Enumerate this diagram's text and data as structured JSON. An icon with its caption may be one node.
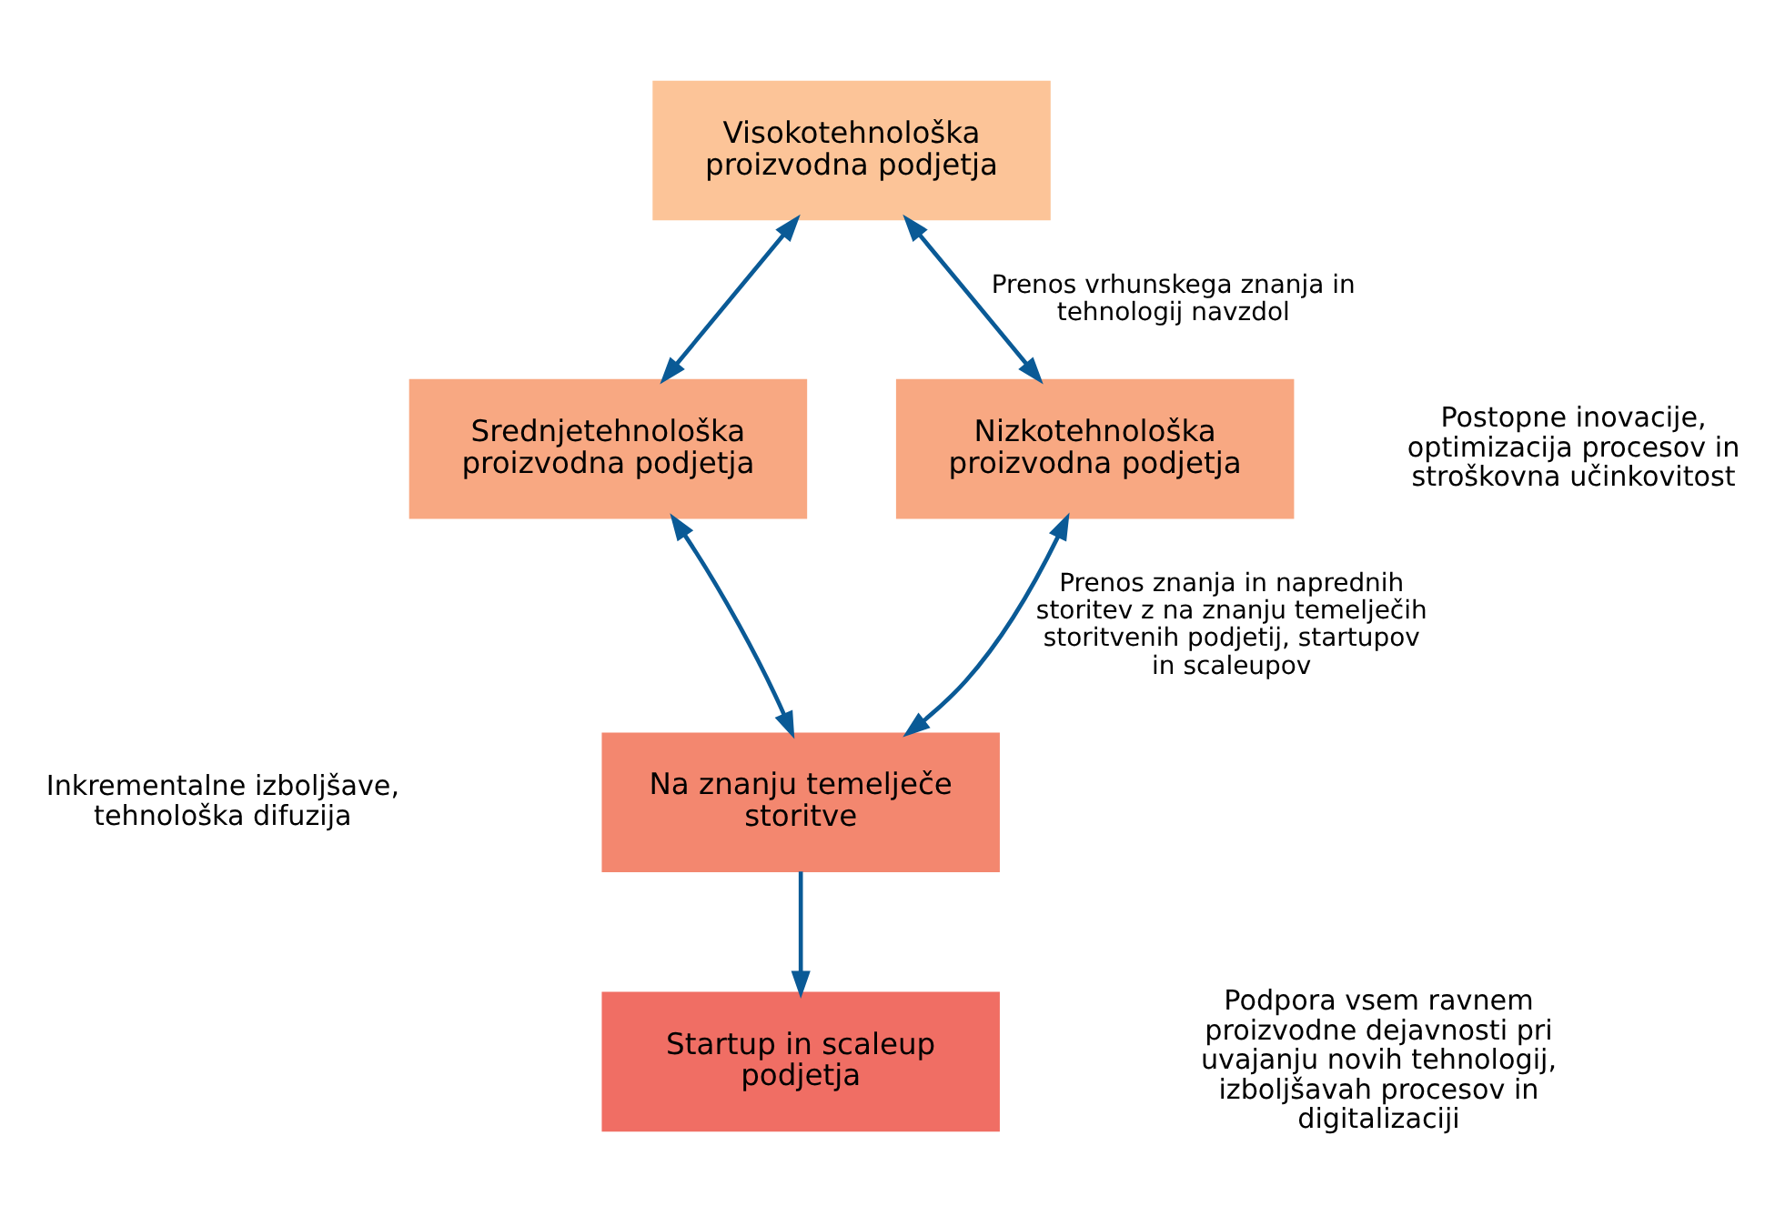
{
  "diagram": {
    "nodes": [
      {
        "text": [
          "Visokotehnološka proizvodna podjetja"
        ]
      },
      {
        "text": [
          "Srednjetehnološka proizvodna podjetja"
        ]
      },
      {
        "text": [
          "Nizkotehnološka proizvodna podjetja"
        ]
      },
      {
        "text": [
          "Na znanju temelječe storitve"
        ]
      },
      {
        "text": [
          "Startup in scaleup podjetja"
        ]
      }
    ],
    "edges": [
      {
        "from": 0,
        "to": 1,
        "arrow": "both"
      },
      {
        "from": 0,
        "to": 2,
        "arrow": "both",
        "label": "Prenos vrhunskega znanja in tehnologij navzdol"
      },
      {
        "from": 3,
        "to": 1,
        "arrow": "both"
      },
      {
        "from": 3,
        "to": 2,
        "arrow": "both",
        "label": "Prenos znanja in naprednih storitev z na znanju temelječih storitvenih podjetij, startupov in scaleupov"
      },
      {
        "from": 3,
        "to": 4,
        "arrow": "to"
      }
    ],
    "labels": [
      "Inkrementalne izboljšave, tehnološka difuzija",
      "Postopne inovacije, optimizacija procesov in stroškovna učinkovitost",
      "Podpora vsem ravnem proizvodne dejavnosti pri uvajanju novih tehnologij, izboljšavah procesov in digitalizaciji"
    ]
  }
}
